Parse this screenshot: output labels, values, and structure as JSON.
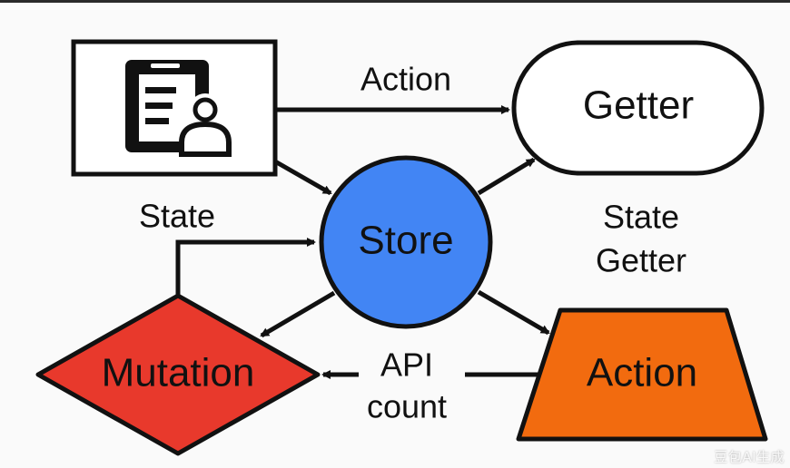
{
  "nodes": {
    "client_box": {
      "icon": "user-document-icon"
    },
    "getter": {
      "label": "Getter"
    },
    "store": {
      "label": "Store",
      "fill": "#4285f4"
    },
    "mutation": {
      "label": "Mutation",
      "fill": "#e8392c"
    },
    "action": {
      "label": "Action",
      "fill": "#f26b0f"
    }
  },
  "edge_labels": {
    "client_to_getter": "Action",
    "mutation_to_store": "State",
    "store_to_getter_line1": "State",
    "store_to_getter_line2": "Getter",
    "action_to_mutation_line1": "API",
    "action_to_mutation_line2": "count"
  },
  "watermark": "豆包AI生成",
  "colors": {
    "stroke": "#111111",
    "background": "#fafafa"
  }
}
